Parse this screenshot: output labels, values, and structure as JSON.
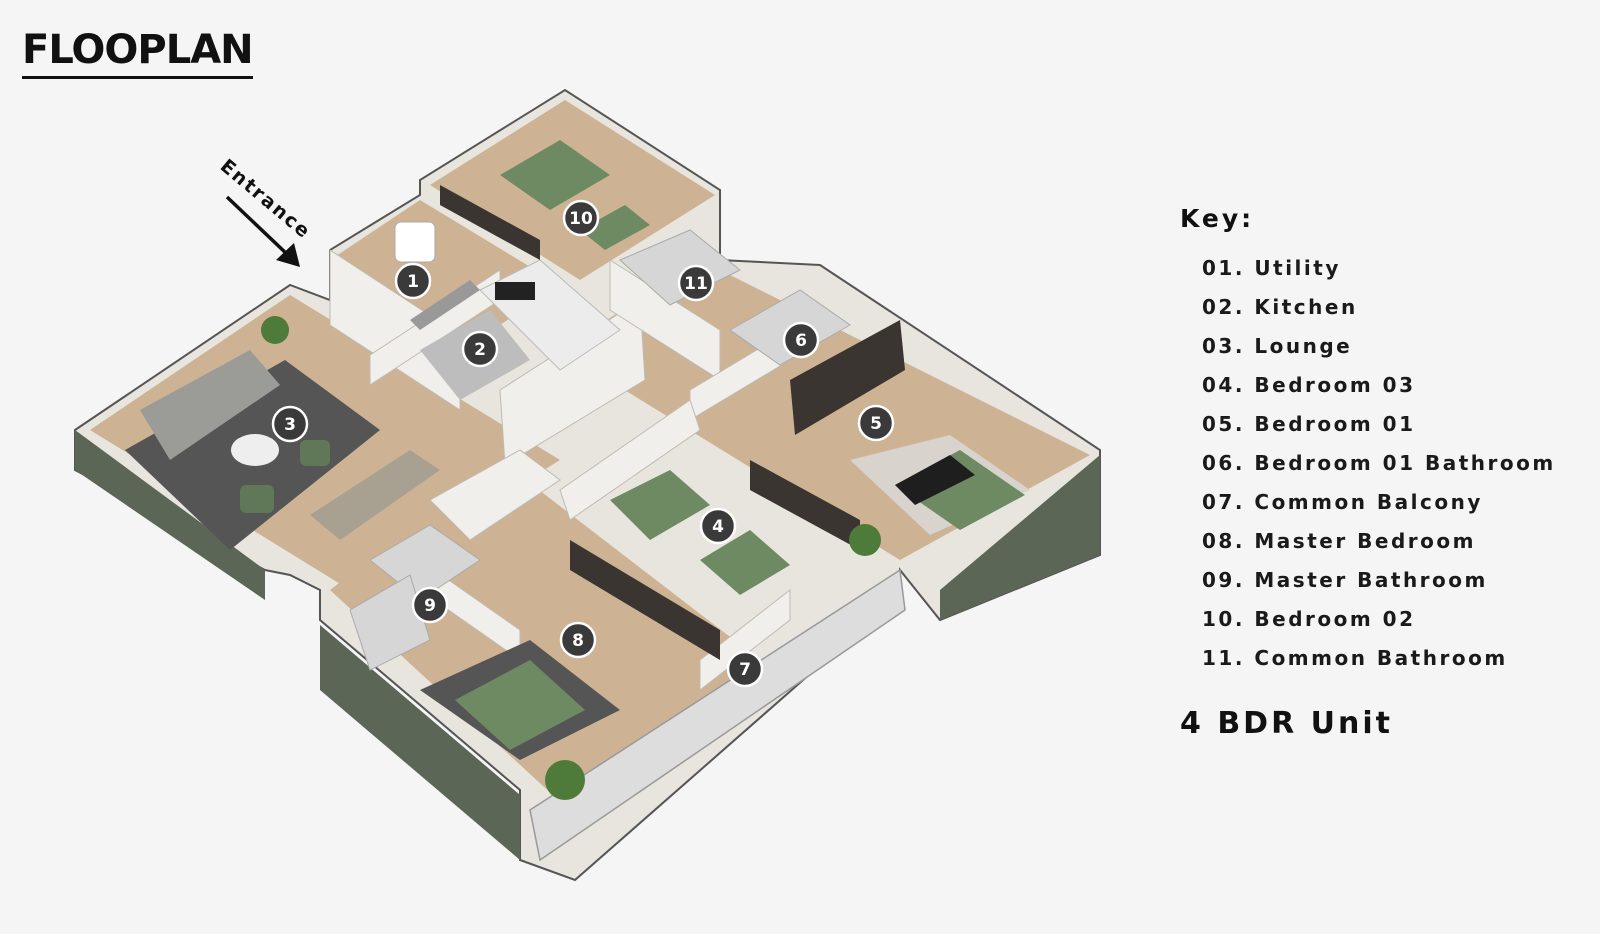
{
  "title": "FLOOPLAN",
  "entrance_label": "Entrance",
  "key": {
    "title": "Key:",
    "items": [
      "01. Utility",
      "02. Kitchen",
      "03. Lounge",
      "04. Bedroom 03",
      "05. Bedroom 01",
      "06. Bedroom 01 Bathroom",
      "07. Common Balcony",
      "08. Master Bedroom",
      "09. Master Bathroom",
      "10. Bedroom 02",
      "11. Common Bathroom"
    ]
  },
  "unit_label": "4 BDR Unit",
  "room_markers": [
    "1",
    "2",
    "3",
    "4",
    "5",
    "6",
    "7",
    "8",
    "9",
    "10",
    "11"
  ],
  "colors": {
    "floor": "#cdb394",
    "wall_top": "#f1efeb",
    "wall_side": "#5c6656",
    "rug": "#555555",
    "bed_green": "#6e8a62",
    "marker": "#3a3a3a"
  }
}
